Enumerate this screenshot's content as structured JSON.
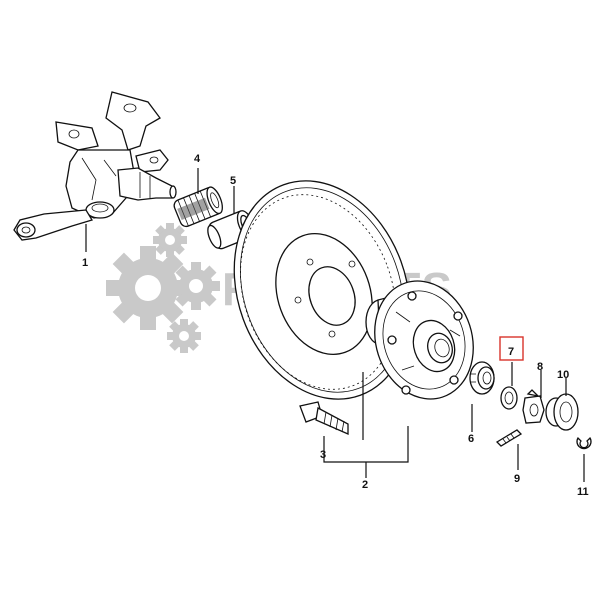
{
  "watermark": {
    "text": "RMPARTS",
    "color": "#c9c9c9"
  },
  "highlight_color": "#d9342b",
  "callouts": {
    "c1": "1",
    "c2": "2",
    "c3": "3",
    "c4": "4",
    "c5": "5",
    "c6": "6",
    "c7": "7",
    "c8": "8",
    "c9": "9",
    "c10": "10",
    "c11": "11"
  },
  "highlighted_callout": "7"
}
